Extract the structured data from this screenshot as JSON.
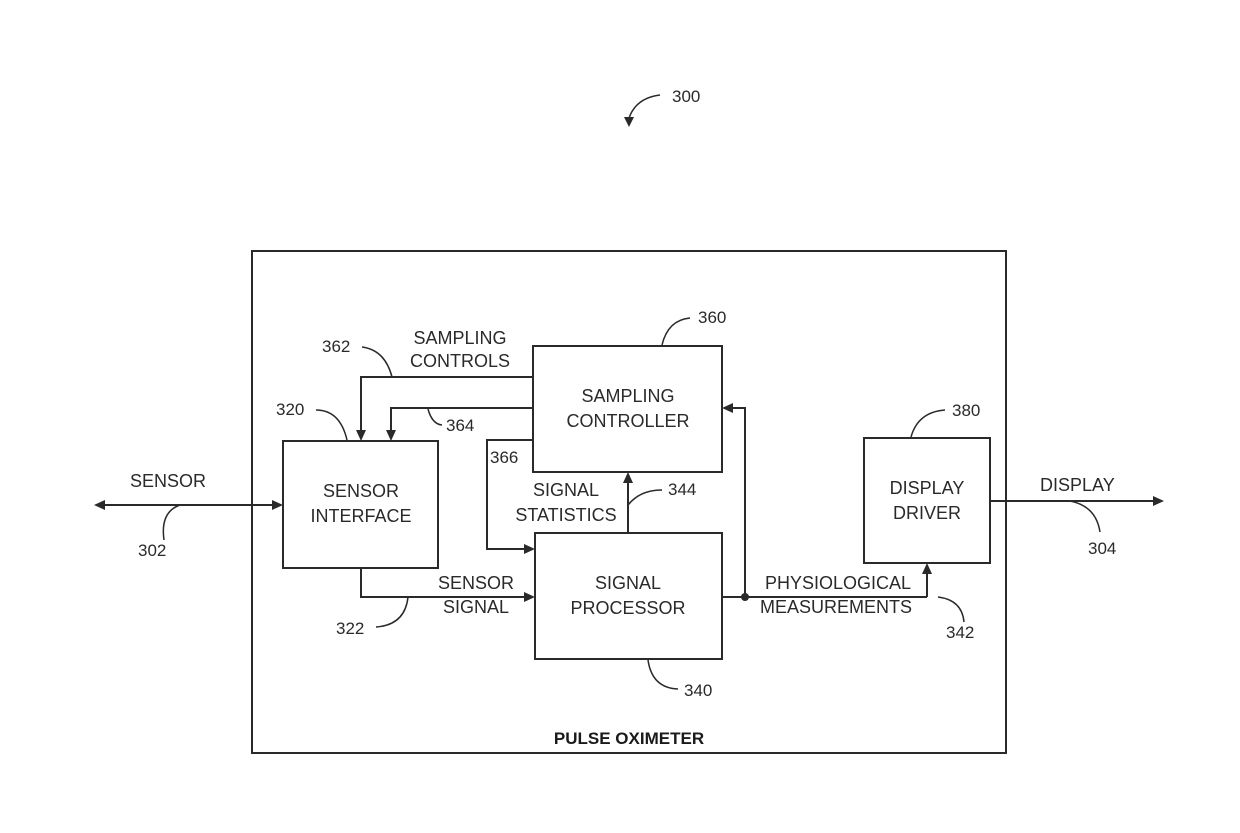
{
  "figure_ref": "300",
  "frame": {
    "label": "PULSE OXIMETER"
  },
  "blocks": {
    "sensor_interface": {
      "line1": "SENSOR",
      "line2": "INTERFACE",
      "ref": "320"
    },
    "sampling_controller": {
      "line1": "SAMPLING",
      "line2": "CONTROLLER",
      "ref": "360"
    },
    "signal_processor": {
      "line1": "SIGNAL",
      "line2": "PROCESSOR",
      "ref": "340"
    },
    "display_driver": {
      "line1": "DISPLAY",
      "line2": "DRIVER",
      "ref": "380"
    }
  },
  "signals": {
    "sensor": {
      "label": "SENSOR",
      "ref": "302"
    },
    "display": {
      "label": "DISPLAY",
      "ref": "304"
    },
    "sampling_controls": {
      "line1": "SAMPLING",
      "line2": "CONTROLS",
      "ref": "362"
    },
    "control_364": {
      "ref": "364"
    },
    "control_366": {
      "ref": "366"
    },
    "signal_statistics": {
      "line1": "SIGNAL",
      "line2": "STATISTICS",
      "ref": "344"
    },
    "sensor_signal": {
      "line1": "SENSOR",
      "line2": "SIGNAL",
      "ref": "322"
    },
    "physiological_measurements": {
      "line1": "PHYSIOLOGICAL",
      "line2": "MEASUREMENTS",
      "ref": "342"
    }
  }
}
